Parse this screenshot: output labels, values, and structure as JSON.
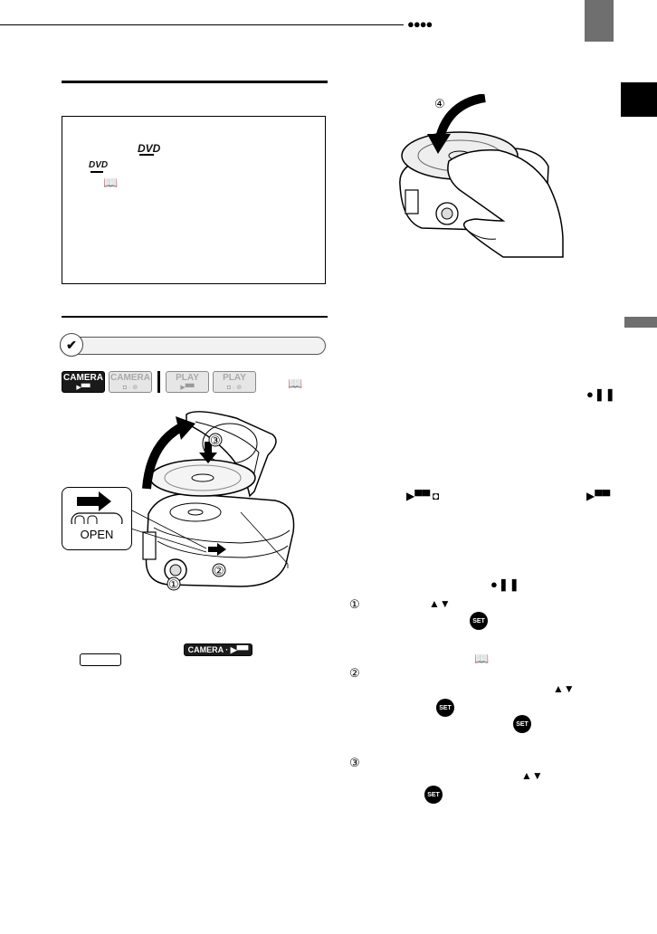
{
  "header": {
    "dots": "●●●●"
  },
  "icons": {
    "dvd_logo": "DVD",
    "dvd_logo_small": "DVD",
    "book": "📖",
    "check": "✔"
  },
  "modes": [
    {
      "label": "CAMERA",
      "sub": "▶▀▀",
      "active": true
    },
    {
      "label": "CAMERA",
      "sub": "◘ · ⊘",
      "active": false
    },
    {
      "label": "PLAY",
      "sub": "▶▀▀",
      "active": false
    },
    {
      "label": "PLAY",
      "sub": "◘ · ⊘",
      "active": false
    }
  ],
  "steps": {
    "one": "①",
    "two": "②",
    "three": "③",
    "four": "④"
  },
  "illustration": {
    "open_label": "OPEN"
  },
  "badges": {
    "camera_movie": "CAMERA · ▶▀▀",
    "set": "SET",
    "rec_pause": "●❚❚",
    "arrows": "▲▼",
    "movie_icon": "▶▀▀",
    "photo_icon": "◘"
  }
}
